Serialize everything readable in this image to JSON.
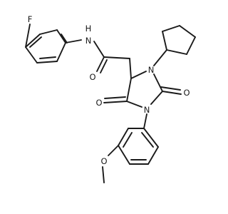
{
  "structure": {
    "atoms": {
      "fluorine": "F",
      "amide_n": "N",
      "amide_h": "H",
      "amide_o": "O",
      "ring_n1": "N",
      "ring_n3": "N",
      "carbonyl_o_c5": "O",
      "carbonyl_o_c2": "O",
      "ether_o": "O"
    }
  }
}
